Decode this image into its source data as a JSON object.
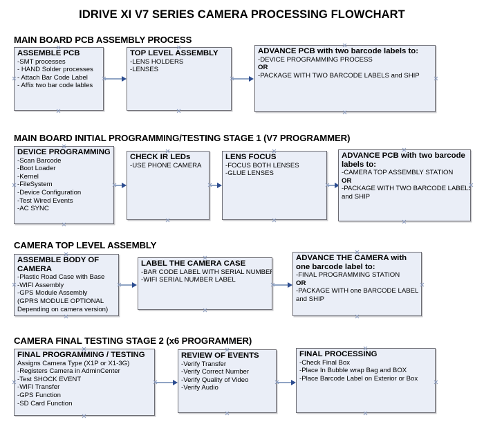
{
  "document": {
    "title": "IDRIVE XI V7 SERIES CAMERA PROCESSING FLOWCHART"
  },
  "colors": {
    "node_fill": "#eaeef7",
    "node_border": "#6b6b72",
    "connector_line": "#8fa4c4",
    "arrowhead": "#2d4d90",
    "handle": "#8d9dc0",
    "text": "#000000",
    "background": "#ffffff"
  },
  "sections": [
    {
      "id": "main-board-pcb-assembly-process",
      "heading": "MAIN BOARD PCB ASSEMBLY PROCESS",
      "nodes": [
        {
          "id": "assemble-pcb",
          "title": "ASSEMBLE PCB",
          "lines": [
            {
              "text": "-SMT processes",
              "bold": false
            },
            {
              "text": "- HAND Solder processes",
              "bold": false
            },
            {
              "text": "- Attach Bar Code Label",
              "bold": false
            },
            {
              "text": "- Affix two bar code lables",
              "bold": false
            }
          ]
        },
        {
          "id": "top-level-assembly",
          "title": "TOP LEVEL ASSEMBLY",
          "lines": [
            {
              "text": "-LENS HOLDERS",
              "bold": false
            },
            {
              "text": "-LENSES",
              "bold": false
            }
          ]
        },
        {
          "id": "advance-pcb-two-barcode-labels",
          "title": "ADVANCE PCB with two barcode labels to:",
          "lines": [
            {
              "text": "-DEVICE PROGRAMMING PROCESS",
              "bold": false
            },
            {
              "text": "OR",
              "bold": true
            },
            {
              "text": "-PACKAGE WITH TWO BARCODE LABELS and SHIP",
              "bold": false
            }
          ]
        }
      ]
    },
    {
      "id": "main-board-initial-programming-testing-stage-1",
      "heading": "MAIN BOARD INITIAL PROGRAMMING/TESTING STAGE 1 (V7 PROGRAMMER)",
      "nodes": [
        {
          "id": "device-programming",
          "title": "DEVICE PROGRAMMING",
          "lines": [
            {
              "text": "-Scan Barcode",
              "bold": false
            },
            {
              "text": "-Boot Loader",
              "bold": false
            },
            {
              "text": "-Kernel",
              "bold": false
            },
            {
              "text": "-FileSystem",
              "bold": false
            },
            {
              "text": "-Device Configuration",
              "bold": false
            },
            {
              "text": "-Test Wired Events",
              "bold": false
            },
            {
              "text": "-AC SYNC",
              "bold": false
            }
          ]
        },
        {
          "id": "check-ir-leds",
          "title": "CHECK IR LEDs",
          "lines": [
            {
              "text": "-USE PHONE CAMERA",
              "bold": false
            }
          ]
        },
        {
          "id": "lens-focus",
          "title": "LENS FOCUS",
          "lines": [
            {
              "text": "-FOCUS BOTH LENSES",
              "bold": false
            },
            {
              "text": "-GLUE LENSES",
              "bold": false
            }
          ]
        },
        {
          "id": "advance-pcb-two-barcode-labels-stage1",
          "title": "ADVANCE PCB with two barcode labels to:",
          "lines": [
            {
              "text": "-CAMERA TOP ASSEMBLY STATION",
              "bold": false
            },
            {
              "text": "OR",
              "bold": true
            },
            {
              "text": "-PACKAGE WITH TWO BARCODE LABELS",
              "bold": false
            },
            {
              "text": "and SHIP",
              "bold": false
            }
          ]
        }
      ]
    },
    {
      "id": "camera-top-level-assembly",
      "heading": "CAMERA TOP LEVEL ASSEMBLY",
      "nodes": [
        {
          "id": "assemble-body-of-camera",
          "title": "ASSEMBLE BODY OF CAMERA",
          "lines": [
            {
              "text": "-Plastic Road Case with Base",
              "bold": false
            },
            {
              "text": "-WIFI Assembly",
              "bold": false
            },
            {
              "text": "-GPS Module Assembly",
              "bold": false
            },
            {
              "text": "(GPRS MODULE OPTIONAL",
              "bold": false
            },
            {
              "text": "Depending on camera version)",
              "bold": false
            }
          ]
        },
        {
          "id": "label-the-camera-case",
          "title": "LABEL THE CAMERA CASE",
          "lines": [
            {
              "text": "-BAR CODE LABEL WITH SERIAL NUMBER",
              "bold": false
            },
            {
              "text": "-WIFI SERIAL NUMBER LABEL",
              "bold": false
            }
          ]
        },
        {
          "id": "advance-the-camera-one-barcode-label",
          "title": "ADVANCE THE CAMERA with one barcode label to:",
          "lines": [
            {
              "text": "-FINAL PROGRAMMING STATION",
              "bold": false
            },
            {
              "text": "OR",
              "bold": true
            },
            {
              "text": "-PACKAGE WITH one BARCODE LABEL",
              "bold": false
            },
            {
              "text": "and SHIP",
              "bold": false
            }
          ]
        }
      ]
    },
    {
      "id": "camera-final-testing-stage-2",
      "heading": "CAMERA FINAL TESTING STAGE 2 (x6 PROGRAMMER)",
      "nodes": [
        {
          "id": "final-programming-testing",
          "title": "FINAL PROGRAMMING / TESTING",
          "lines": [
            {
              "text": "Assigns Camera Type (X1P or X1-3G)",
              "bold": false
            },
            {
              "text": "-Registers Camera in AdminCenter",
              "bold": false
            },
            {
              "text": "-Test SHOCK EVENT",
              "bold": false
            },
            {
              "text": "-WIFI Transfer",
              "bold": false
            },
            {
              "text": "-GPS Function",
              "bold": false
            },
            {
              "text": "-SD Card Function",
              "bold": false
            }
          ]
        },
        {
          "id": "review-of-events",
          "title": "REVIEW OF EVENTS",
          "lines": [
            {
              "text": "-Verify Transfer",
              "bold": false
            },
            {
              "text": "-Verify Correct Number",
              "bold": false
            },
            {
              "text": "-Verify Quality of Video",
              "bold": false
            },
            {
              "text": "-Verify Audio",
              "bold": false
            }
          ]
        },
        {
          "id": "final-processing",
          "title": "FINAL PROCESSING",
          "lines": [
            {
              "text": " -Check Final Box",
              "bold": false
            },
            {
              "text": "-Place In Bubble wrap Bag and BOX",
              "bold": false
            },
            {
              "text": "-Place Barcode Label on Exterior or Box",
              "bold": false
            }
          ]
        }
      ]
    }
  ]
}
